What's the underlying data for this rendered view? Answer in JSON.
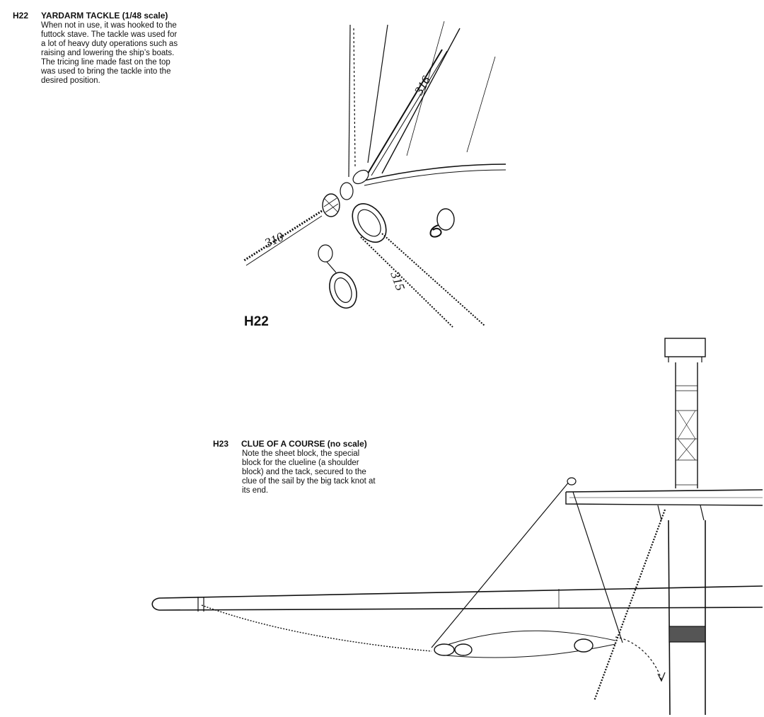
{
  "captions": {
    "h22": {
      "code": "H22",
      "title": "YARDARM TACKLE (1/48 scale)",
      "body": "When not in use, it was hooked to the\nfuttock stave. The tackle was used for\na lot of heavy duty operations such as\nraising and lowering the ship’s boats.\nThe tricing line made fast on the top\nwas used to bring the tackle into the\ndesired position."
    },
    "h23": {
      "code": "H23",
      "title": "CLUE OF A COURSE (no scale)",
      "body": "Note the sheet block, the special\nblock for the clueline (a shoulder\nblock) and the tack, secured to the\nclue of the sail by the big tack knot at\nits end."
    }
  },
  "figure_h22": {
    "label": "H22",
    "refs": {
      "r316": "316",
      "r310": "310",
      "r315": "315"
    }
  }
}
